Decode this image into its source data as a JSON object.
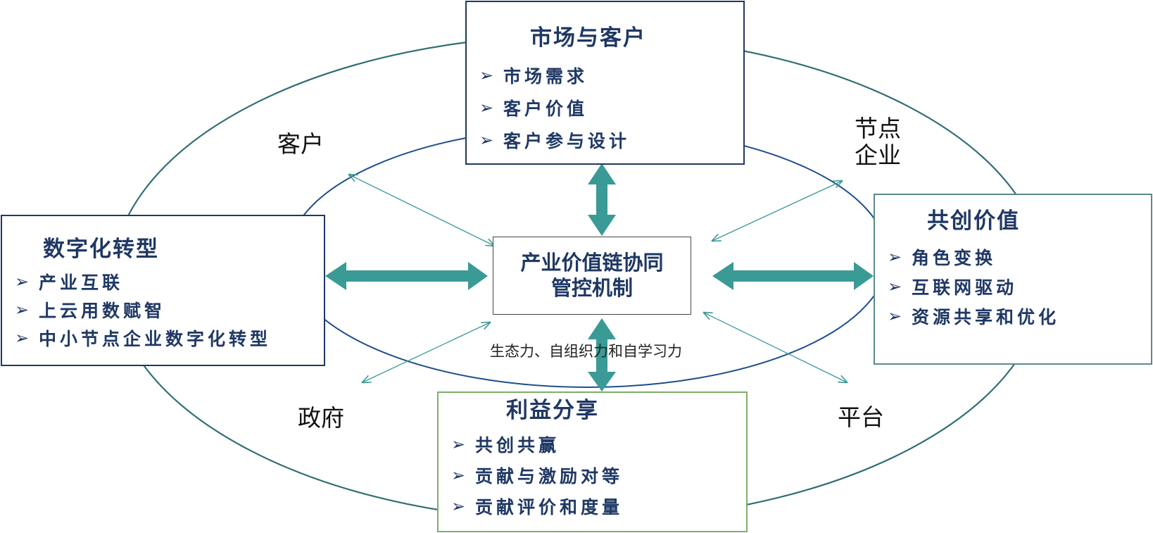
{
  "center": {
    "lines": [
      "产业价值链协同",
      "管控机制"
    ]
  },
  "center_note": "生态力、自组织力和自学习力",
  "outer_labels": {
    "customer": "客户",
    "node_enterprise": [
      "节点",
      "企业"
    ],
    "government": "政府",
    "platform": "平台"
  },
  "boxes": {
    "top": {
      "title": "市场与客户",
      "items": [
        "市场需求",
        "客户价值",
        "客户参与设计"
      ]
    },
    "left": {
      "title": "数字化转型",
      "items": [
        "产业互联",
        "上云用数赋智",
        "中小节点企业数字化转型"
      ]
    },
    "right": {
      "title": "共创价值",
      "items": [
        "角色变换",
        "互联网驱动",
        "资源共享和优化"
      ]
    },
    "bottom": {
      "title": "利益分享",
      "items": [
        "共创共赢",
        "贡献与激励对等",
        "贡献评价和度量"
      ]
    }
  },
  "bullet_glyph": "➢",
  "colors": {
    "ellipse": "#2f6e73",
    "inner_ellipse": "#1f4e8c",
    "arrow": "#3a9a96",
    "text": "#1f3864",
    "box_top_border": "#1f3864",
    "box_side_border": "#1f3864",
    "box_right_border": "#5a8a8a",
    "box_bottom_border": "#7fae6a"
  }
}
